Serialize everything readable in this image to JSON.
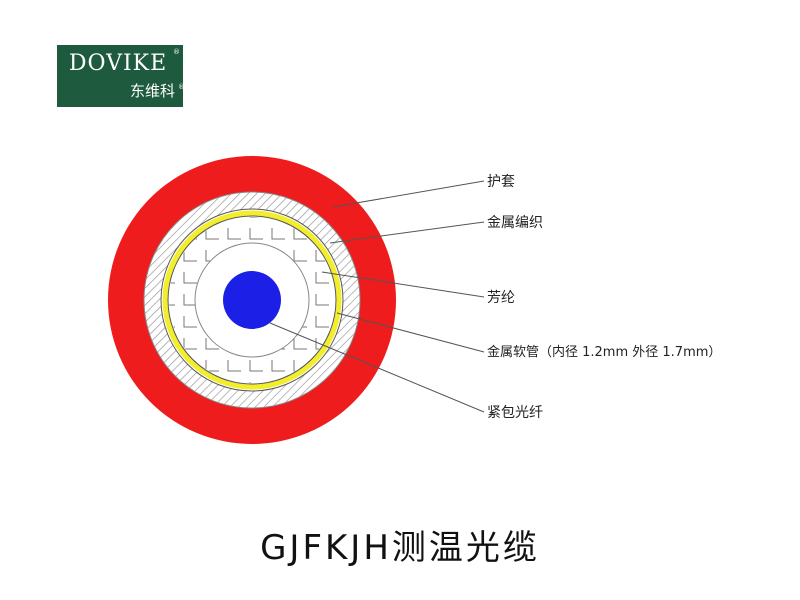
{
  "logo": {
    "brand": "DOVIKE",
    "chinese": "东维科",
    "registered": "®",
    "bg_color": "#1d5a3e"
  },
  "labels": {
    "sheath": "护套",
    "braid": "金属编织",
    "aramid": "芳纶",
    "tube": "金属软管（内径 1.2mm 外径 1.7mm）",
    "fiber": "紧包光纤"
  },
  "colors": {
    "sheath": "#ee1c1c",
    "tube_ring": "#f2ee2a",
    "fiber": "#1c20e6",
    "hatch": "#9a9a9a"
  },
  "title": "GJFKJH测温光缆"
}
